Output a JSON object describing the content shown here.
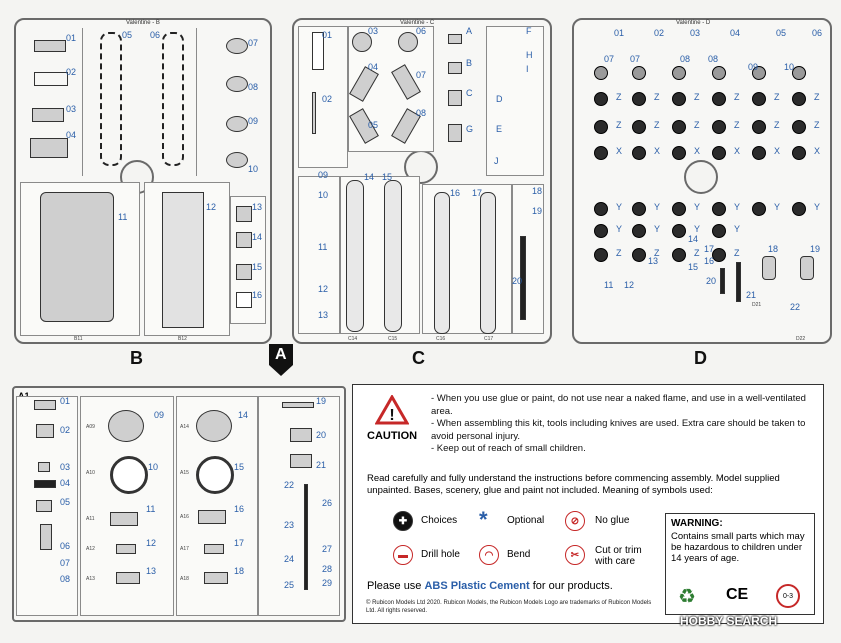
{
  "sprues": {
    "B": {
      "letter": "B",
      "title": "Valentine - B",
      "nums": [
        "01",
        "02",
        "03",
        "04",
        "05",
        "06",
        "07",
        "08",
        "09",
        "10",
        "11",
        "12",
        "13",
        "14",
        "15",
        "16"
      ],
      "codes": [
        "B11",
        "B12"
      ]
    },
    "C": {
      "letter": "C",
      "title": "Valentine - C",
      "nums": [
        "01",
        "02",
        "03",
        "04",
        "05",
        "06",
        "07",
        "08",
        "09",
        "10",
        "11",
        "12",
        "13",
        "14",
        "15",
        "16",
        "17",
        "18",
        "19",
        "20"
      ],
      "letters": [
        "A",
        "B",
        "C",
        "D",
        "E",
        "F",
        "G",
        "H",
        "I",
        "J"
      ],
      "codes": [
        "C14",
        "C15",
        "C16",
        "C17"
      ]
    },
    "D": {
      "letter": "D",
      "title": "Valentine - D",
      "nums": [
        "01",
        "02",
        "03",
        "04",
        "05",
        "06",
        "07",
        "08",
        "09",
        "10",
        "11",
        "12",
        "13",
        "14",
        "15",
        "16",
        "17",
        "18",
        "19",
        "20",
        "21",
        "22"
      ],
      "marks": [
        "X",
        "Y",
        "Z"
      ],
      "codes": [
        "D21",
        "D22"
      ]
    },
    "A": {
      "letter": "A",
      "frame_label": "A1",
      "title": "Valentine - A1",
      "nums": [
        "01",
        "02",
        "03",
        "04",
        "05",
        "06",
        "07",
        "08",
        "09",
        "10",
        "11",
        "12",
        "13",
        "14",
        "15",
        "16",
        "17",
        "18",
        "19",
        "20",
        "21",
        "22",
        "23",
        "24",
        "25",
        "26",
        "27",
        "28",
        "29"
      ],
      "codes": [
        "A09",
        "A10",
        "A11",
        "A12",
        "A13",
        "A14",
        "A15",
        "A16",
        "A17",
        "A18"
      ]
    }
  },
  "caution": {
    "title": "CAUTION",
    "lines": [
      "- When you use glue or paint, do not use near a naked flame, and use in a well-ventilated area.",
      "- When assembling this kit, tools including knives are used.  Extra care should be taken to avoid personal injury.",
      "- Keep out of reach of small children."
    ],
    "read": "Read carefully and fully understand the instructions before commencing assembly.  Model supplied unpainted.  Bases, scenery, glue and paint not included.  Meaning of symbols used:",
    "symbols": {
      "choices": "Choices",
      "optional": "Optional",
      "no_glue": "No glue",
      "drill_hole": "Drill hole",
      "bend": "Bend",
      "cut_trim": "Cut or trim\nwith care"
    },
    "cement_prefix": "Please use ",
    "cement_brand": "ABS Plastic Cement",
    "cement_suffix": " for our products.",
    "warning_title": "WARNING:",
    "warning_text": "Contains small parts which may be hazardous to children under 14 years of age.",
    "ce": "CE"
  },
  "copyright": "© Rubicon Models Ltd  2020.  Rubicon Models, the Rubicon Models Logo are trademarks of Rubicon Models Ltd.  All rights reserved.",
  "watermark": "HOBBY SEARCH",
  "colors": {
    "number_blue": "#2a5ea8",
    "frame_gray": "#6a6a6a"
  }
}
